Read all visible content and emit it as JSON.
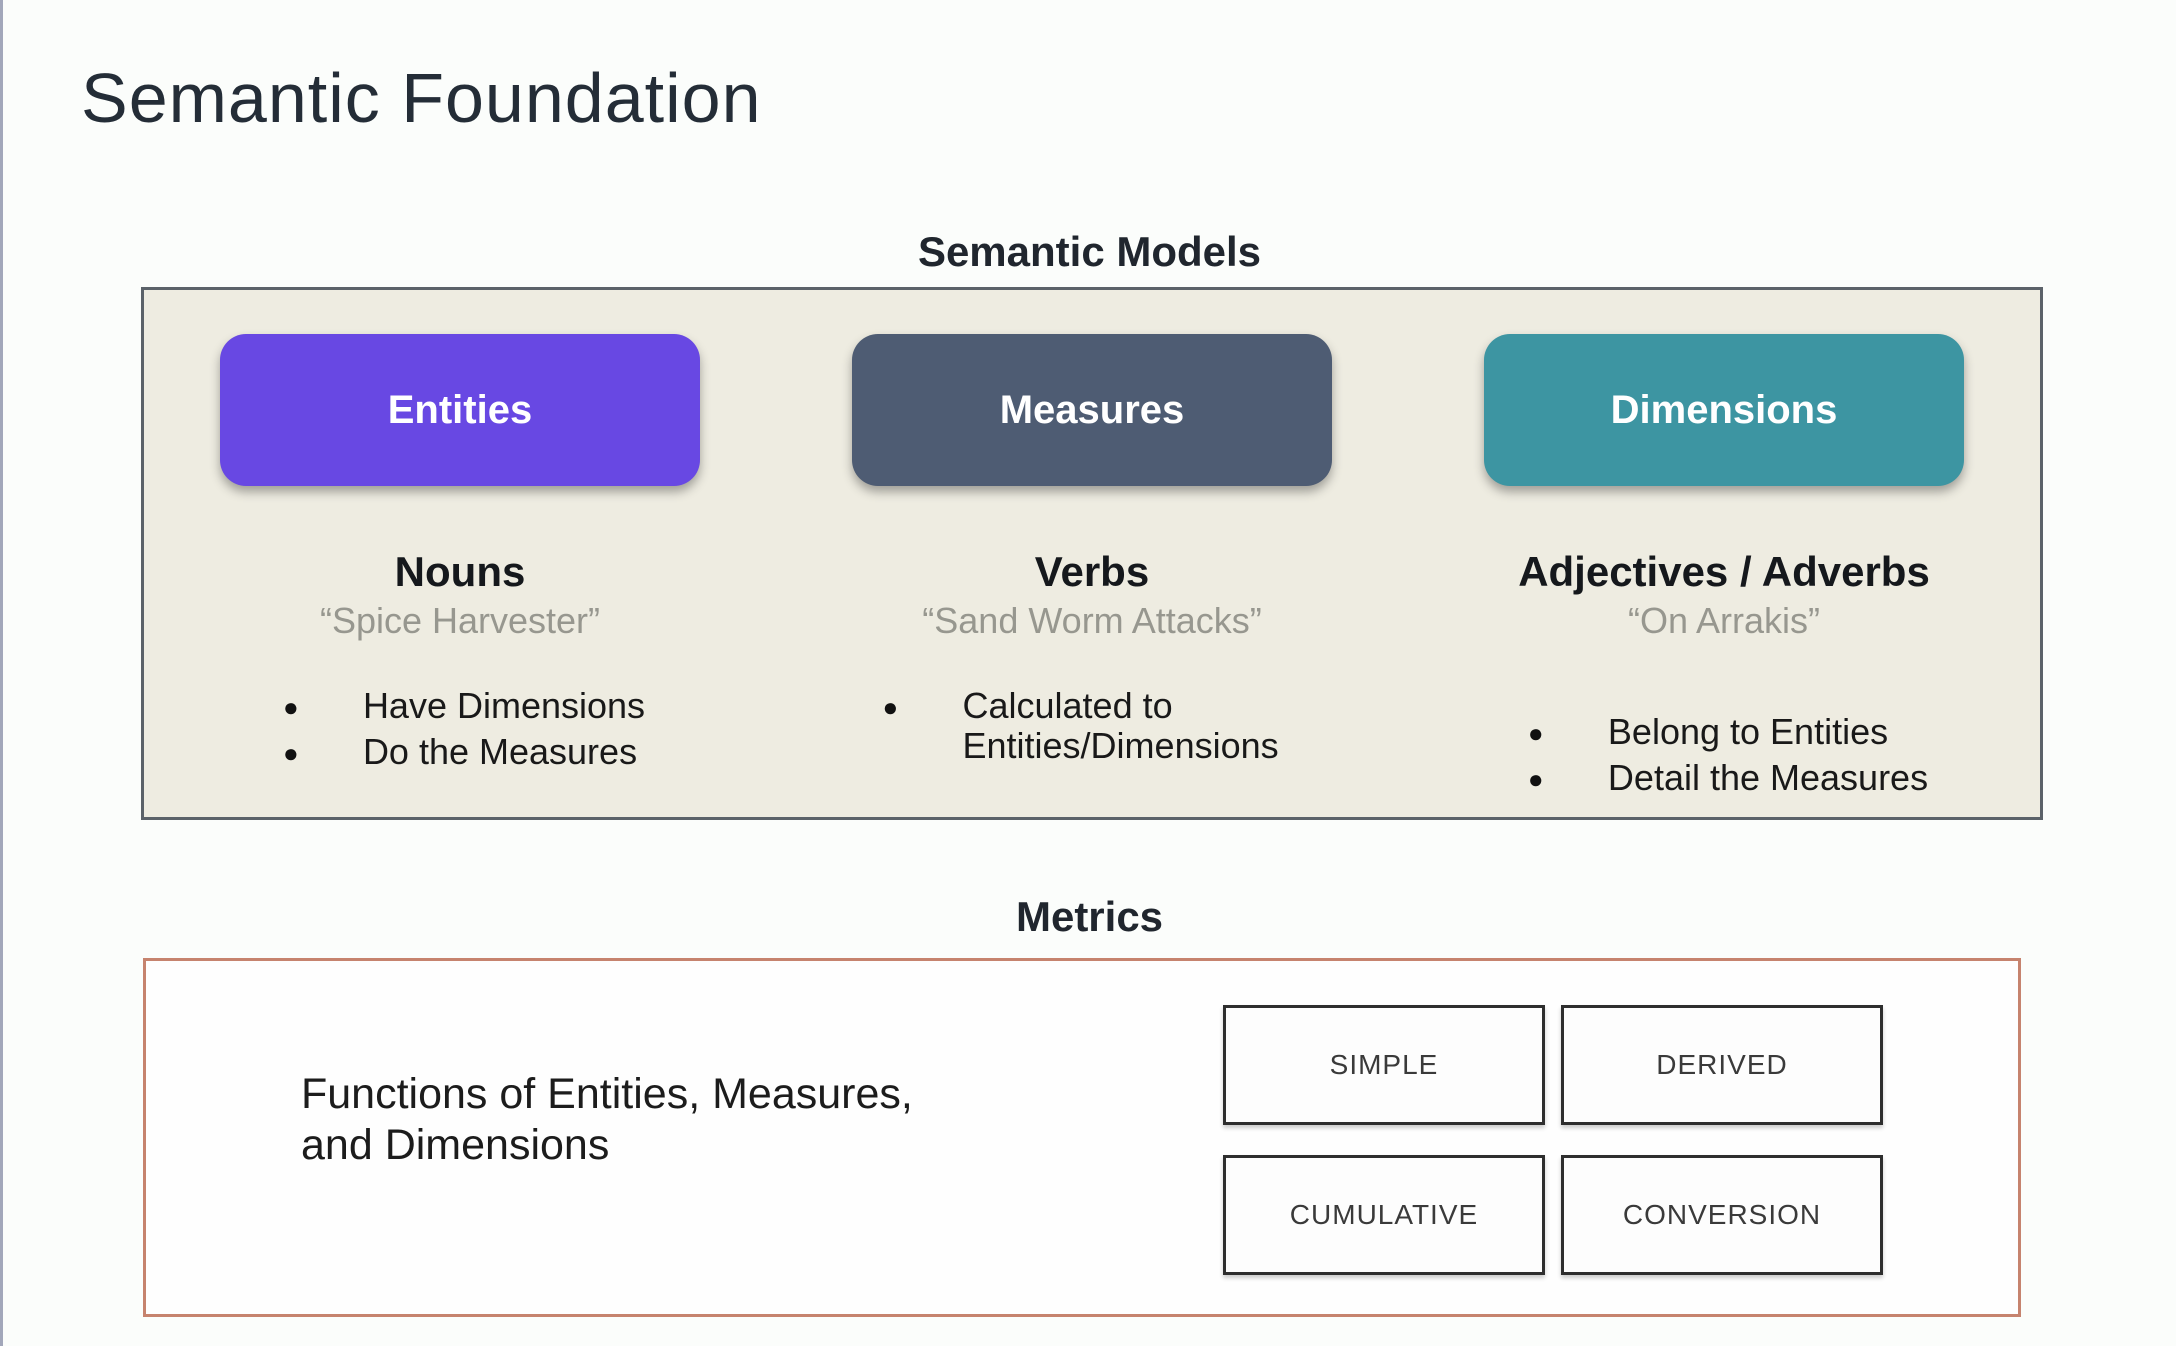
{
  "slide": {
    "title": "Semantic Foundation"
  },
  "semantic_models": {
    "heading": "Semantic Models",
    "panel_background": "#eeece1",
    "panel_border": "#5b6269",
    "columns": [
      {
        "node_label": "Entities",
        "node_color": "#6848e3",
        "subtitle": "Nouns",
        "quote": "“Spice Harvester”",
        "bullets": [
          "Have Dimensions",
          "Do the Measures"
        ]
      },
      {
        "node_label": "Measures",
        "node_color": "#4e5c73",
        "subtitle": "Verbs",
        "quote": "“Sand Worm Attacks”",
        "bullets": [
          "Calculated to Entities/Dimensions"
        ]
      },
      {
        "node_label": "Dimensions",
        "node_color": "#3d95a2",
        "subtitle": "Adjectives / Adverbs",
        "quote": "“On Arrakis”",
        "bullets": [
          "Belong to Entities",
          "Detail the Measures"
        ]
      }
    ]
  },
  "metrics": {
    "heading": "Metrics",
    "panel_border": "#c6836e",
    "description_line1": "Functions of Entities, Measures,",
    "description_line2": "and Dimensions",
    "types": [
      "SIMPLE",
      "DERIVED",
      "CUMULATIVE",
      "CONVERSION"
    ]
  },
  "bullet_glyph": "●"
}
